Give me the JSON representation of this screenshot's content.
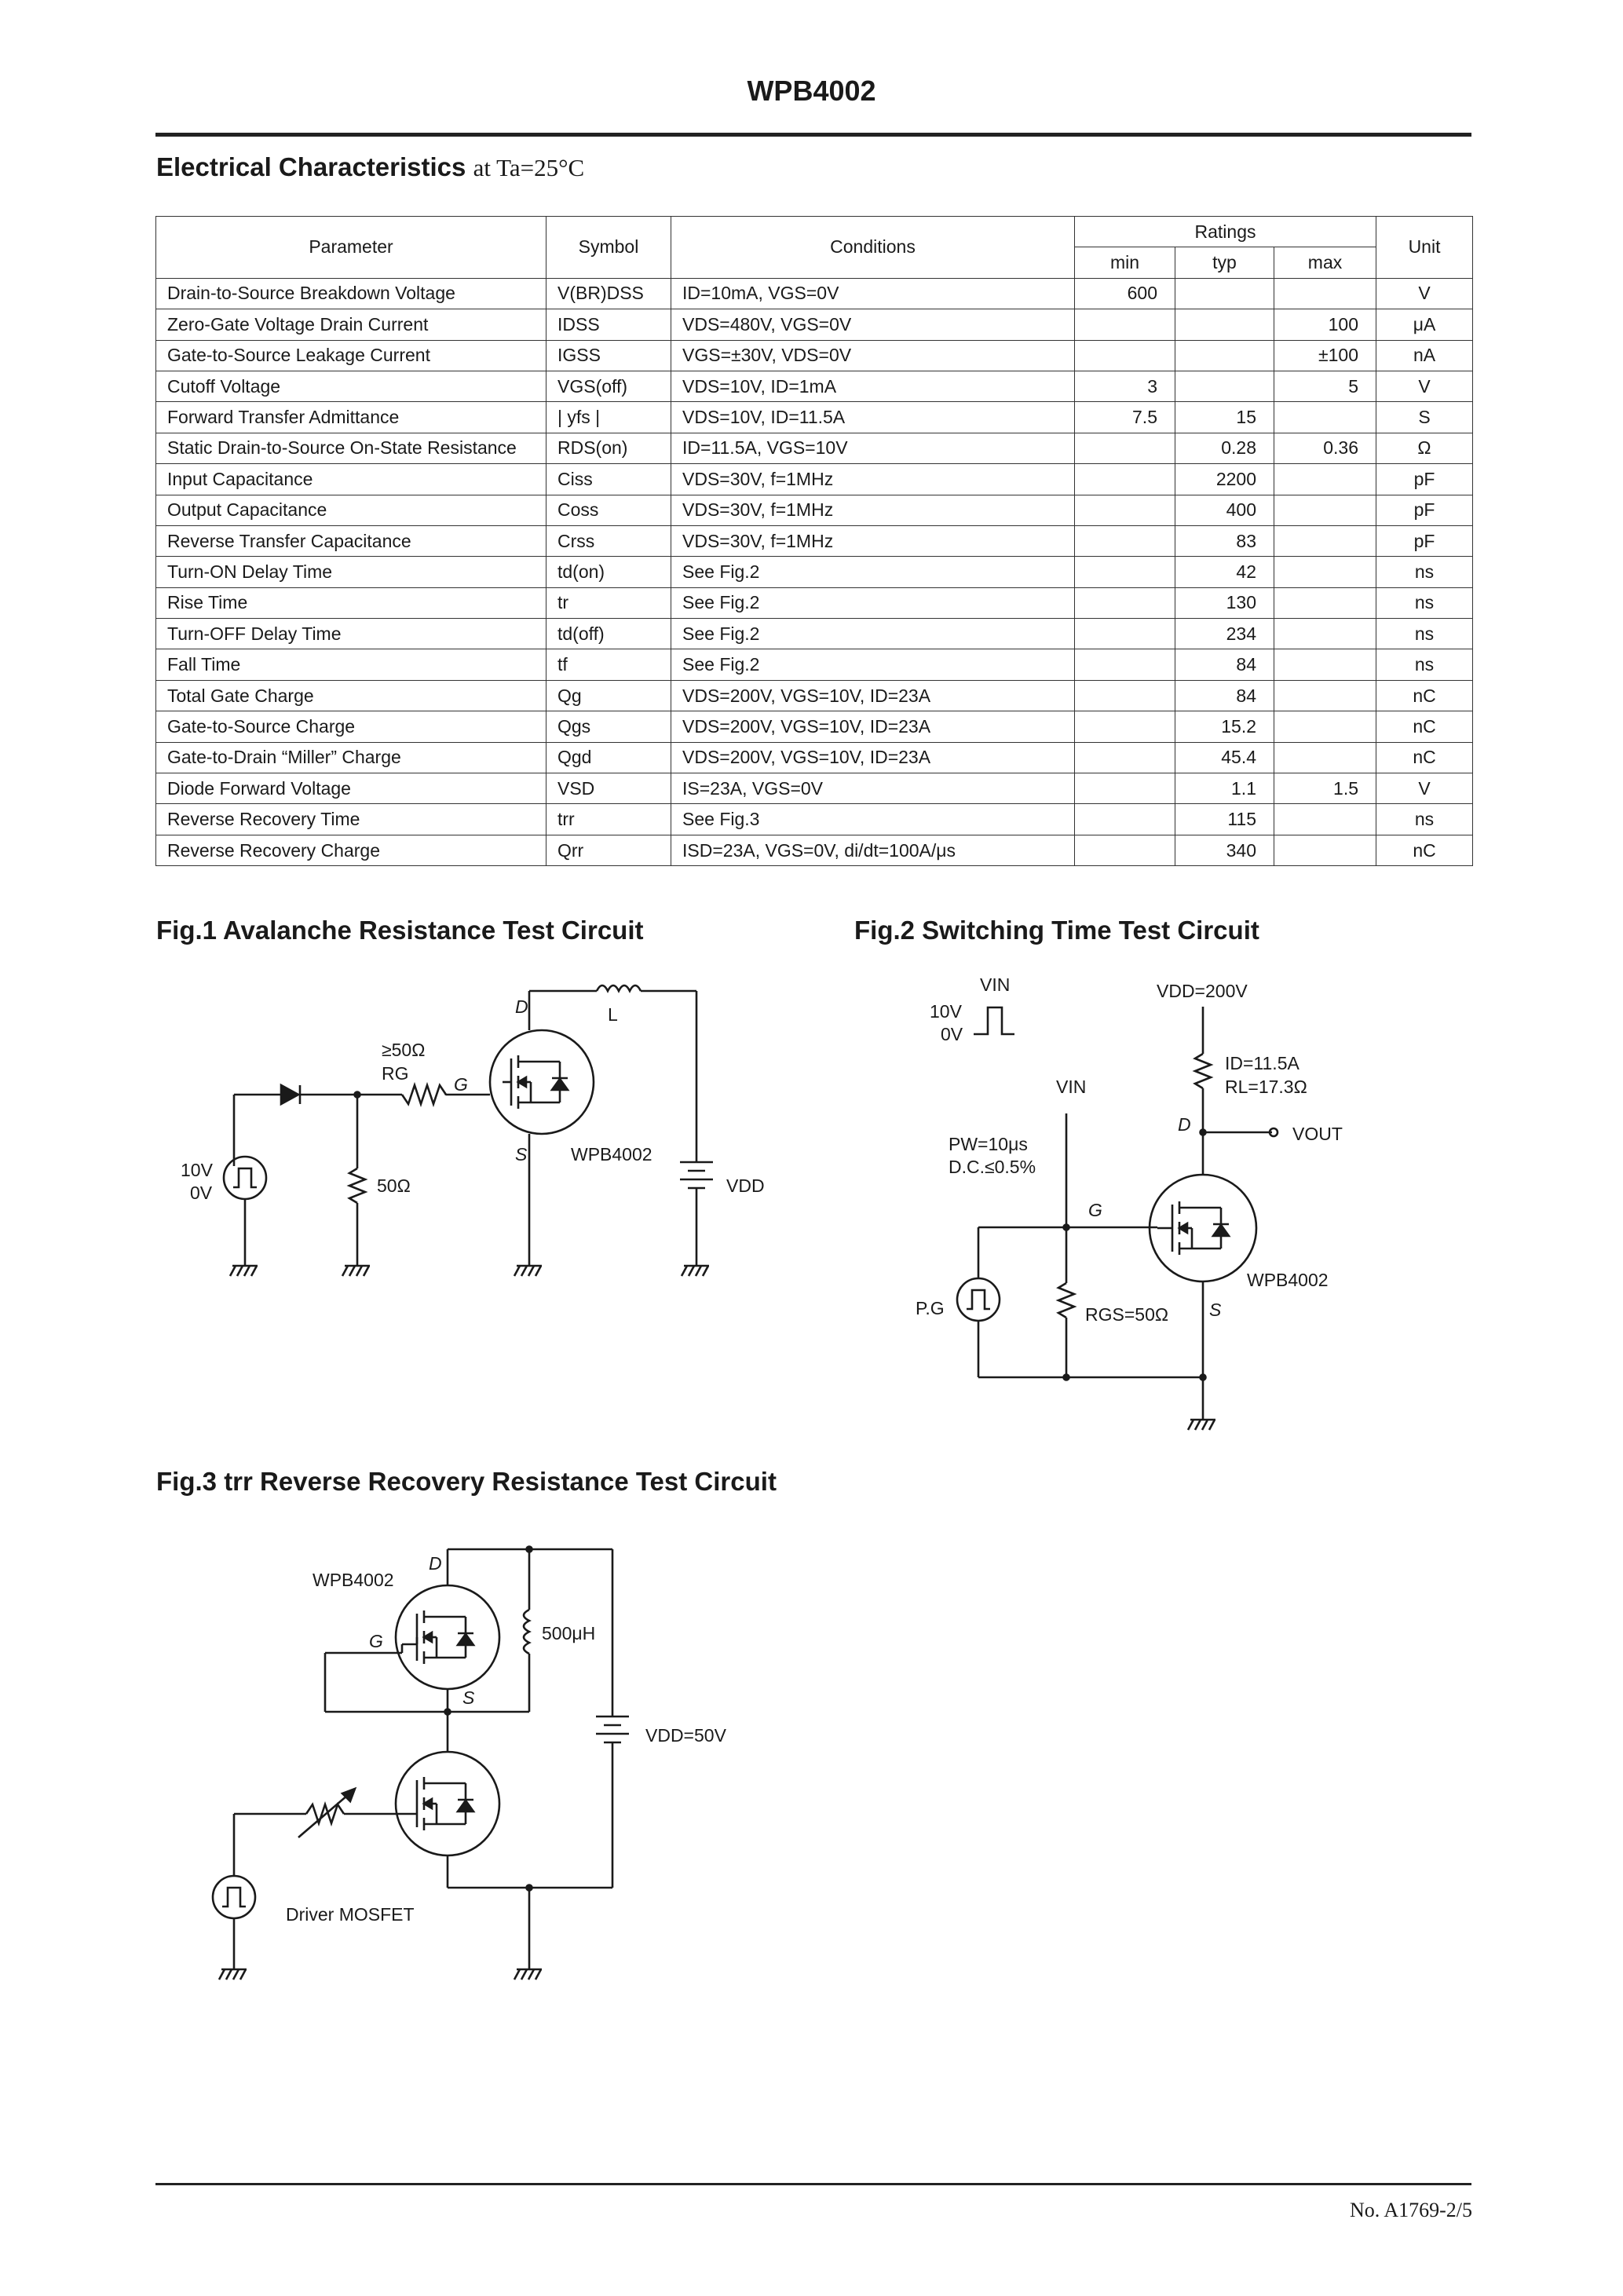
{
  "doc_title": "WPB4002",
  "section": {
    "heading": "Electrical Characteristics",
    "condition": "at Ta=25°C"
  },
  "table": {
    "headers": {
      "parameter": "Parameter",
      "symbol": "Symbol",
      "conditions": "Conditions",
      "ratings": "Ratings",
      "min": "min",
      "typ": "typ",
      "max": "max",
      "unit": "Unit"
    },
    "rows": [
      {
        "parameter": "Drain-to-Source Breakdown Voltage",
        "symbol": "V(BR)DSS",
        "conditions": "ID=10mA, VGS=0V",
        "min": "600",
        "typ": "",
        "max": "",
        "unit": "V"
      },
      {
        "parameter": "Zero-Gate Voltage Drain Current",
        "symbol": "IDSS",
        "conditions": "VDS=480V, VGS=0V",
        "min": "",
        "typ": "",
        "max": "100",
        "unit": "μA"
      },
      {
        "parameter": "Gate-to-Source Leakage Current",
        "symbol": "IGSS",
        "conditions": "VGS=±30V, VDS=0V",
        "min": "",
        "typ": "",
        "max": "±100",
        "unit": "nA"
      },
      {
        "parameter": "Cutoff Voltage",
        "symbol": "VGS(off)",
        "conditions": "VDS=10V, ID=1mA",
        "min": "3",
        "typ": "",
        "max": "5",
        "unit": "V"
      },
      {
        "parameter": "Forward Transfer Admittance",
        "symbol": "| yfs |",
        "conditions": "VDS=10V, ID=11.5A",
        "min": "7.5",
        "typ": "15",
        "max": "",
        "unit": "S"
      },
      {
        "parameter": "Static Drain-to-Source On-State Resistance",
        "symbol": "RDS(on)",
        "conditions": "ID=11.5A, VGS=10V",
        "min": "",
        "typ": "0.28",
        "max": "0.36",
        "unit": "Ω"
      },
      {
        "parameter": "Input Capacitance",
        "symbol": "Ciss",
        "conditions": "VDS=30V, f=1MHz",
        "min": "",
        "typ": "2200",
        "max": "",
        "unit": "pF"
      },
      {
        "parameter": "Output Capacitance",
        "symbol": "Coss",
        "conditions": "VDS=30V, f=1MHz",
        "min": "",
        "typ": "400",
        "max": "",
        "unit": "pF"
      },
      {
        "parameter": "Reverse Transfer Capacitance",
        "symbol": "Crss",
        "conditions": "VDS=30V, f=1MHz",
        "min": "",
        "typ": "83",
        "max": "",
        "unit": "pF"
      },
      {
        "parameter": "Turn-ON Delay Time",
        "symbol": "td(on)",
        "conditions": "See Fig.2",
        "min": "",
        "typ": "42",
        "max": "",
        "unit": "ns"
      },
      {
        "parameter": "Rise Time",
        "symbol": "tr",
        "conditions": "See Fig.2",
        "min": "",
        "typ": "130",
        "max": "",
        "unit": "ns"
      },
      {
        "parameter": "Turn-OFF Delay Time",
        "symbol": "td(off)",
        "conditions": "See Fig.2",
        "min": "",
        "typ": "234",
        "max": "",
        "unit": "ns"
      },
      {
        "parameter": "Fall Time",
        "symbol": "tf",
        "conditions": "See Fig.2",
        "min": "",
        "typ": "84",
        "max": "",
        "unit": "ns"
      },
      {
        "parameter": "Total Gate Charge",
        "symbol": "Qg",
        "conditions": "VDS=200V, VGS=10V, ID=23A",
        "min": "",
        "typ": "84",
        "max": "",
        "unit": "nC"
      },
      {
        "parameter": "Gate-to-Source Charge",
        "symbol": "Qgs",
        "conditions": "VDS=200V, VGS=10V, ID=23A",
        "min": "",
        "typ": "15.2",
        "max": "",
        "unit": "nC"
      },
      {
        "parameter": "Gate-to-Drain “Miller” Charge",
        "symbol": "Qgd",
        "conditions": "VDS=200V, VGS=10V, ID=23A",
        "min": "",
        "typ": "45.4",
        "max": "",
        "unit": "nC"
      },
      {
        "parameter": "Diode Forward Voltage",
        "symbol": "VSD",
        "conditions": "IS=23A, VGS=0V",
        "min": "",
        "typ": "1.1",
        "max": "1.5",
        "unit": "V"
      },
      {
        "parameter": "Reverse Recovery Time",
        "symbol": "trr",
        "conditions": "See Fig.3",
        "min": "",
        "typ": "115",
        "max": "",
        "unit": "ns"
      },
      {
        "parameter": "Reverse Recovery Charge",
        "symbol": "Qrr",
        "conditions": "ISD=23A, VGS=0V, di/dt=100A/μs",
        "min": "",
        "typ": "340",
        "max": "",
        "unit": "nC"
      }
    ]
  },
  "fig1": {
    "title": "Fig.1 Avalanche Resistance Test Circuit",
    "labels": {
      "d": "D",
      "l": "L",
      "rg_val": "≥50Ω",
      "rg": "RG",
      "g": "G",
      "s": "S",
      "device": "WPB4002",
      "vdd": "VDD",
      "v_high": "10V",
      "v_low": "0V",
      "r50": "50Ω"
    }
  },
  "fig2": {
    "title": "Fig.2 Switching Time Test Circuit",
    "labels": {
      "vin_top": "VIN",
      "v_high": "10V",
      "v_low": "0V",
      "vdd": "VDD=200V",
      "id": "ID=11.5A",
      "rl": "RL=17.3Ω",
      "vin": "VIN",
      "d": "D",
      "vout": "VOUT",
      "pw": "PW=10μs",
      "dc": "D.C.≤0.5%",
      "g": "G",
      "device": "WPB4002",
      "pg": "P.G",
      "rgs": "RGS=50Ω",
      "s": "S"
    }
  },
  "fig3": {
    "title_prefix": "Fig.3 ",
    "title_sym": "trr",
    "title_rest": " Reverse Recovery Resistance Test Circuit",
    "labels": {
      "device": "WPB4002",
      "d": "D",
      "g": "G",
      "s": "S",
      "inductor": "500μH",
      "vdd": "VDD=50V",
      "driver": "Driver MOSFET"
    }
  },
  "footer": {
    "page": "No. A1769-2/5"
  }
}
